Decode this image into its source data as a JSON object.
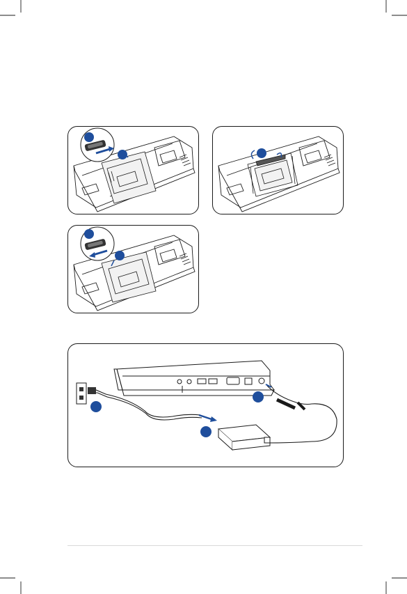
{
  "colors": {
    "accent_blue": "#1f4e9c",
    "line": "#1a1a1a",
    "footer_rule": "#d9d9d9"
  },
  "panels": [
    {
      "name": "memory-step-remove-cover",
      "markers": [
        "",
        ""
      ]
    },
    {
      "name": "memory-step-insert-module",
      "markers": [
        ""
      ]
    },
    {
      "name": "memory-step-replace-cover",
      "markers": [
        "",
        ""
      ]
    },
    {
      "name": "power-connection",
      "markers": [
        "",
        "",
        ""
      ]
    }
  ],
  "icons": [
    "crop-mark-icon",
    "laptop-underside-illustration",
    "memory-module-illustration",
    "latch-closeup-icon",
    "laptop-side-illustration",
    "wall-outlet-icon",
    "power-cord-illustration",
    "ac-adapter-illustration",
    "dc-plug-illustration"
  ]
}
